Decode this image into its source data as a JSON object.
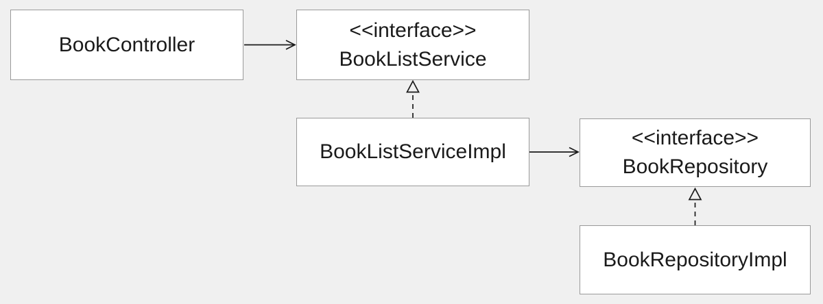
{
  "diagram": {
    "kind": "uml-class-diagram",
    "colors": {
      "background": "#f0f0f0",
      "box_fill": "#ffffff",
      "box_border": "#999999",
      "line": "#1a1a1a",
      "text": "#1a1a1a"
    },
    "nodes": [
      {
        "id": "book-controller",
        "stereotype": "",
        "label": "BookController"
      },
      {
        "id": "book-list-service",
        "stereotype": "<<interface>>",
        "label": "BookListService"
      },
      {
        "id": "book-list-service-impl",
        "stereotype": "",
        "label": "BookListServiceImpl"
      },
      {
        "id": "book-repository",
        "stereotype": "<<interface>>",
        "label": "BookRepository"
      },
      {
        "id": "book-repository-impl",
        "stereotype": "",
        "label": "BookRepositoryImpl"
      }
    ],
    "edges": [
      {
        "type": "dependency",
        "from": "BookController",
        "to": "BookListService",
        "style": "solid-open-arrow"
      },
      {
        "type": "realization",
        "from": "BookListServiceImpl",
        "to": "BookListService",
        "style": "dashed-hollow-triangle"
      },
      {
        "type": "dependency",
        "from": "BookListServiceImpl",
        "to": "BookRepository",
        "style": "solid-open-arrow"
      },
      {
        "type": "realization",
        "from": "BookRepositoryImpl",
        "to": "BookRepository",
        "style": "dashed-hollow-triangle"
      }
    ]
  }
}
